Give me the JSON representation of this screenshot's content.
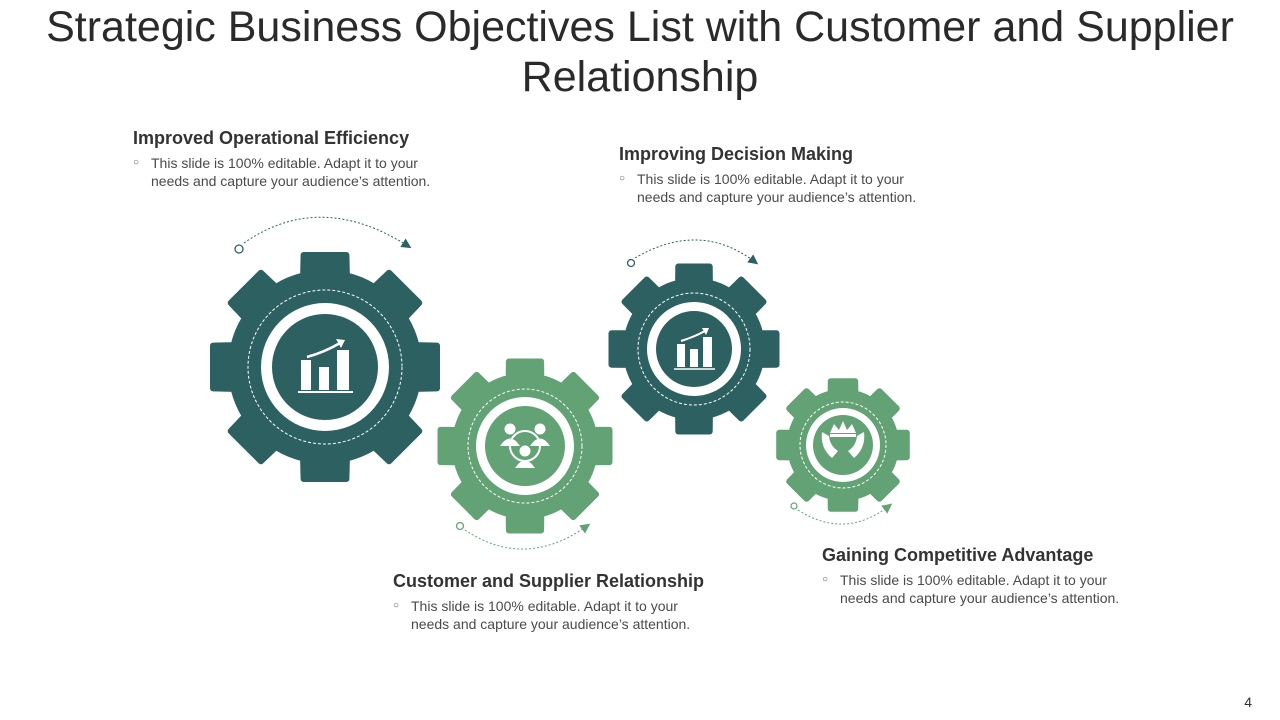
{
  "title": "Strategic Business Objectives List with Customer and Supplier Relationship",
  "colors": {
    "dark": "#2d6161",
    "light": "#62a274",
    "ring": "#ffffff"
  },
  "objectives": [
    {
      "heading": "Improved Operational Efficiency",
      "text": "This slide is 100% editable. Adapt it to your needs and capture your audience’s attention.",
      "icon": "bar-chart-growth-icon",
      "tone": "dark"
    },
    {
      "heading": "Customer and Supplier Relationship",
      "text": "This slide is 100% editable. Adapt it to your needs and capture your audience’s attention.",
      "icon": "people-network-icon",
      "tone": "light"
    },
    {
      "heading": "Improving Decision Making",
      "text": "This slide is 100% editable. Adapt it to your needs and capture your audience’s attention.",
      "icon": "bar-chart-growth-icon",
      "tone": "dark"
    },
    {
      "heading": "Gaining Competitive Advantage",
      "text": "This slide is 100% editable. Adapt it to your needs and capture your audience’s attention.",
      "icon": "hands-crown-icon",
      "tone": "light"
    }
  ],
  "page_number": "4"
}
